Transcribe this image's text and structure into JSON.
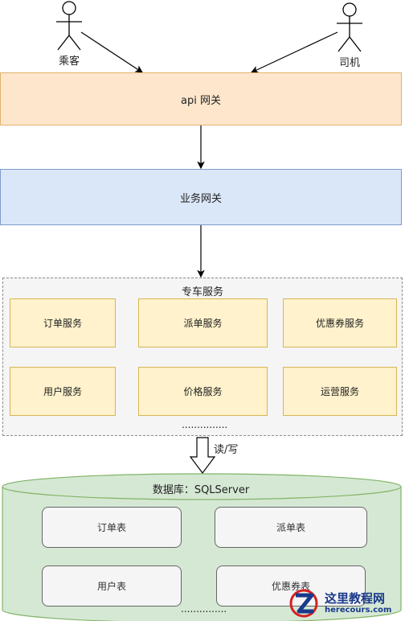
{
  "actors": {
    "passenger": "乘客",
    "driver": "司机"
  },
  "layers": {
    "api_gateway": "api 网关",
    "business_gateway": "业务网关"
  },
  "services": {
    "title": "专车服务",
    "items": [
      "订单服务",
      "派单服务",
      "优惠券服务",
      "用户服务",
      "价格服务",
      "运营服务"
    ],
    "more": "..............."
  },
  "connector": {
    "label": "读/写"
  },
  "database": {
    "title": "数据库：SQLServer",
    "tables": [
      "订单表",
      "派单表",
      "用户表",
      "优惠券表"
    ],
    "more": "..............."
  },
  "watermark": {
    "title": "这里教程网",
    "url": "herecours.com",
    "colors": {
      "primary": "#1a3a8a",
      "accent": "#d42020"
    }
  }
}
